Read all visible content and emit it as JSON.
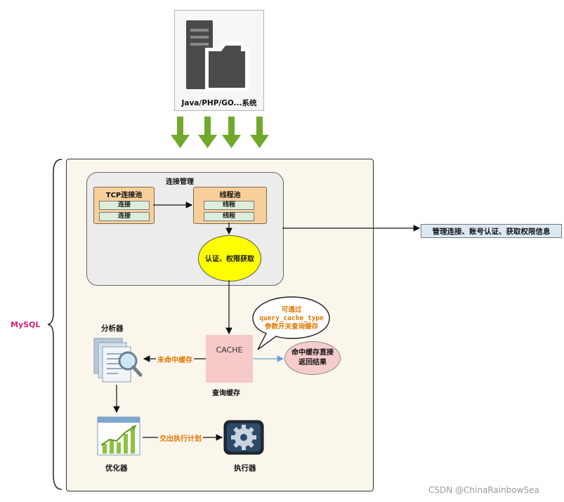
{
  "system": {
    "label": "Java/PHP/GO...系统",
    "icon": "server-folder-icon"
  },
  "mysql_label": "MySQL",
  "connection_mgmt": {
    "title": "连接管理",
    "tcp_pool": {
      "title": "TCP连接池",
      "rows": [
        "连接",
        "连接"
      ]
    },
    "thread_pool": {
      "title": "线程池",
      "rows": [
        "线程",
        "线程"
      ]
    },
    "auth": "认证、权限获取"
  },
  "info_box": "管理连接、账号认证、获取权限信息",
  "cache": {
    "box_text": "CACHE",
    "caption": "查询缓存",
    "bubble": [
      "可通过",
      "query_cache_type",
      "参数开关查询缓存"
    ],
    "hit": [
      "命中缓存直接",
      "返回结果"
    ],
    "miss_label": "未命中缓存"
  },
  "analyzer": {
    "label": "分析器",
    "icon": "document-magnifier-icon"
  },
  "optimizer": {
    "label": "优化器",
    "icon": "growth-chart-icon"
  },
  "executor": {
    "label": "执行器",
    "icon": "gear-icon"
  },
  "plan_label": "交出执行计划",
  "watermark": "CSDN @ChinaRainbowSea",
  "colors": {
    "arrow_green": "#70a92c",
    "pool_orange": "#f8cf9a",
    "auth_yellow": "#ffff00",
    "mysql_pink": "#d6226d",
    "label_orange": "#e07a00",
    "cache_pink": "#f7c9c9"
  }
}
